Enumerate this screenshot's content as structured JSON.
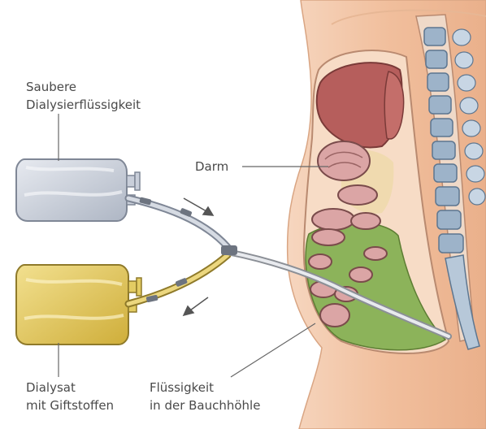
{
  "labels": {
    "clean_fluid": {
      "line1": "Saubere",
      "line2": "Dialysierflüssigkeit"
    },
    "intestine": "Darm",
    "dialysate": {
      "line1": "Dialysat",
      "line2": "mit Giftstoffen"
    },
    "abdominal_fluid": {
      "line1": "Flüssigkeit",
      "line2": "in der Bauchhöhle"
    }
  },
  "colors": {
    "clean_bag": "#c9cfda",
    "dialysate_bag": "#e3cc63",
    "skin": "#f3c9ad",
    "liver": "#b65e5c",
    "intestine": "#dba5a5",
    "fluid": "#8cb35a",
    "spine": "#9db3c9"
  }
}
